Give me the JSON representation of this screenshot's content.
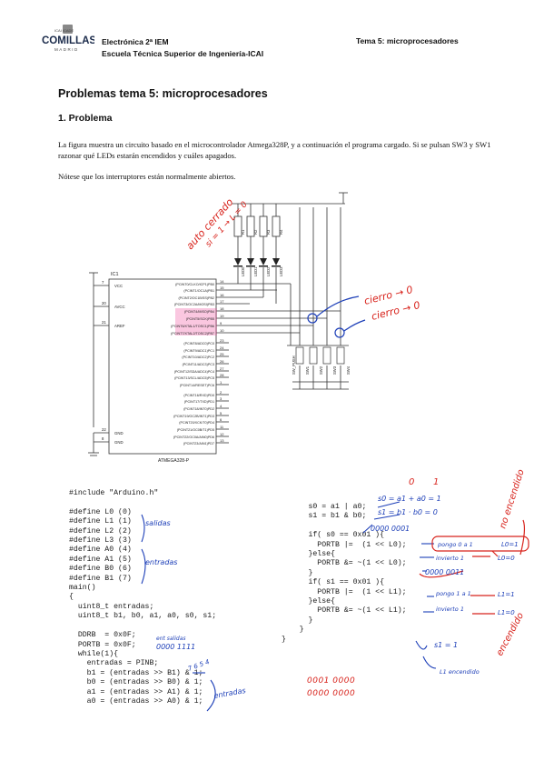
{
  "header": {
    "logo_text": "COMILLAS",
    "logo_sub": "MADRID",
    "logo_crest": "ICAI ICADE",
    "course": "Electrónica 2ª IEM",
    "school": "Escuela Técnica Superior de Ingeniería-ICAI",
    "topic": "Tema 5: microprocesadores"
  },
  "title": "Problemas tema  5: microprocesadores",
  "section": "1.   Problema",
  "paragraph1": "La figura muestra un circuito basado en el microcontrolador Atmega328P, y a continuación el programa cargado. Si se pulsan SW3 y SW1 razonar qué LEDs estarán encendidos y cuáles apagados.",
  "paragraph2": "Nótese que los interruptores están normalmente abiertos.",
  "schematic": {
    "ic_name": "IC1",
    "part": "ATMEGA328-P",
    "left_pins": [
      "VCC",
      "AVCC",
      "AREF",
      "GND",
      "GND"
    ],
    "left_nums": [
      "7",
      "20",
      "21",
      "22",
      "8"
    ],
    "port_b": [
      "(PCINT0/CLKO/ICP1)PB0",
      "(PCINT1/OC1A)PB1",
      "(PCINT2/OC1B/SS)PB2",
      "(PCINT3/OC2A/MOSI)PB3",
      "(PCINT4/MISO)PB4",
      "(PCINT5/SCK)PB5",
      "(PCINT6/XTAL1/TOSC1)PB6",
      "(PCINT7/XTAL2/TOSC2)PB7"
    ],
    "port_b_nums": [
      "14",
      "15",
      "16",
      "17",
      "18",
      "19",
      "9",
      "10"
    ],
    "port_c": [
      "(PCINT8/ADC0)PC0",
      "(PCINT9/ADC1)PC1",
      "(PCINT10/ADC2)PC2",
      "(PCINT11/ADC3)PC3",
      "(PCINT12/SDA/ADC4)PC4",
      "(PCINT13/SCL/ADC5)PC5",
      "(PCINT14/RESET)PC6"
    ],
    "port_c_nums": [
      "23",
      "24",
      "25",
      "26",
      "27",
      "28",
      "1"
    ],
    "port_d": [
      "(PCINT16/RXD)PD0",
      "(PCINT17/TXD)PD1",
      "(PCINT18/INT0)PD2",
      "(PCINT19/OC2B/INT1)PD3",
      "(PCINT20/XCK/T0)PD4",
      "(PCINT21/OC0B/T1)PD5",
      "(PCINT22/OC0A/AIN0)PD6",
      "(PCINT23/AIN1)PD7"
    ],
    "port_d_nums": [
      "2",
      "3",
      "4",
      "5",
      "6",
      "11",
      "12",
      "13"
    ],
    "resistors": [
      "R1",
      "R2",
      "R3",
      "R4"
    ],
    "leds": [
      "LED0",
      "LED1",
      "LED2",
      "LED3"
    ],
    "switches": [
      "SW_PUSH",
      "SW1",
      "SW2",
      "SW3",
      "SW4"
    ]
  },
  "code_left": [
    "#include \"Arduino.h\"",
    "",
    "#define L0 (0)",
    "#define L1 (1)",
    "#define L2 (2)",
    "#define L3 (3)",
    "#define A0 (4)",
    "#define A1 (5)",
    "#define B0 (6)",
    "#define B1 (7)",
    "main()",
    "{",
    "  uint8_t entradas;",
    "  uint8_t b1, b0, a1, a0, s0, s1;",
    "",
    "  DDRB  = 0x0F;",
    "  PORTB = 0x0F;",
    "  while(1){",
    "    entradas = PINB;",
    "    b1 = (entradas >> B1) & 1;",
    "    b0 = (entradas >> B0) & 1;",
    "    a1 = (entradas >> A1) & 1;",
    "    a0 = (entradas >> A0) & 1;"
  ],
  "code_right": [
    "      s0 = a1 | a0;",
    "      s1 = b1 & b0;",
    "",
    "      if( s0 == 0x01 ){",
    "        PORTB |=  (1 << L0);",
    "      }else{",
    "        PORTB &= ~(1 << L0);",
    "      }",
    "      if( s1 == 0x01 ){",
    "        PORTB |=  (1 << L1);",
    "      }else{",
    "        PORTB &= ~(1 << L1);",
    "      }",
    "    }",
    "}"
  ],
  "annotations": {
    "auto_cerrado": "auto cerrado",
    "led_eq": "si = 1 → L = 0",
    "cierro1": "cierro → 0",
    "cierro2": "cierro → 0",
    "salidas": "salidas",
    "entradas_def": "entradas",
    "ent_sal": "ent  salidas",
    "ddrb_bits": "0000 1111",
    "entradas_while": "entradas",
    "bitnums": "7  6  5  4",
    "s0_eq": "s0 = a1 + a0 = 1",
    "s1_eq": "s1 = b1 · b0 = 0",
    "mask1": "0000 0001",
    "pongo0": "pongo 0 a 1",
    "l0eq1": "L0=1",
    "invierto1": "invierto 1",
    "l0eq0": "L0=0",
    "mask2": "0000 0011",
    "pongo1": "pongo 1 a 1",
    "l1eq1": "L1=1",
    "invierto2": "invierto 1",
    "l1eq0": "L1=0",
    "s1eq1": "s1 = 1",
    "l1enc": "L1 encendido",
    "no_encendido": "no encendido",
    "encendido": "encendido",
    "red_bits1": "0001 0000",
    "red_bits2": "0000 0000",
    "num0": "0",
    "num1": "1"
  }
}
